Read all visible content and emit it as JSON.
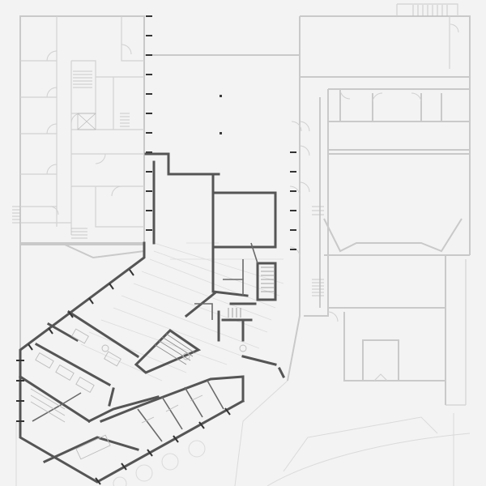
{
  "diagram": {
    "kind": "architectural-floor-plan",
    "has_text_labels": false,
    "colors": {
      "background": "#f3f3f3",
      "existing_walls": "#c9c9c9",
      "new_walls": "#555555",
      "columns": "#3a3a3a"
    },
    "parts": [
      "existing-building-west",
      "existing-building-east",
      "central-hall",
      "new-wing",
      "site-paths"
    ]
  }
}
